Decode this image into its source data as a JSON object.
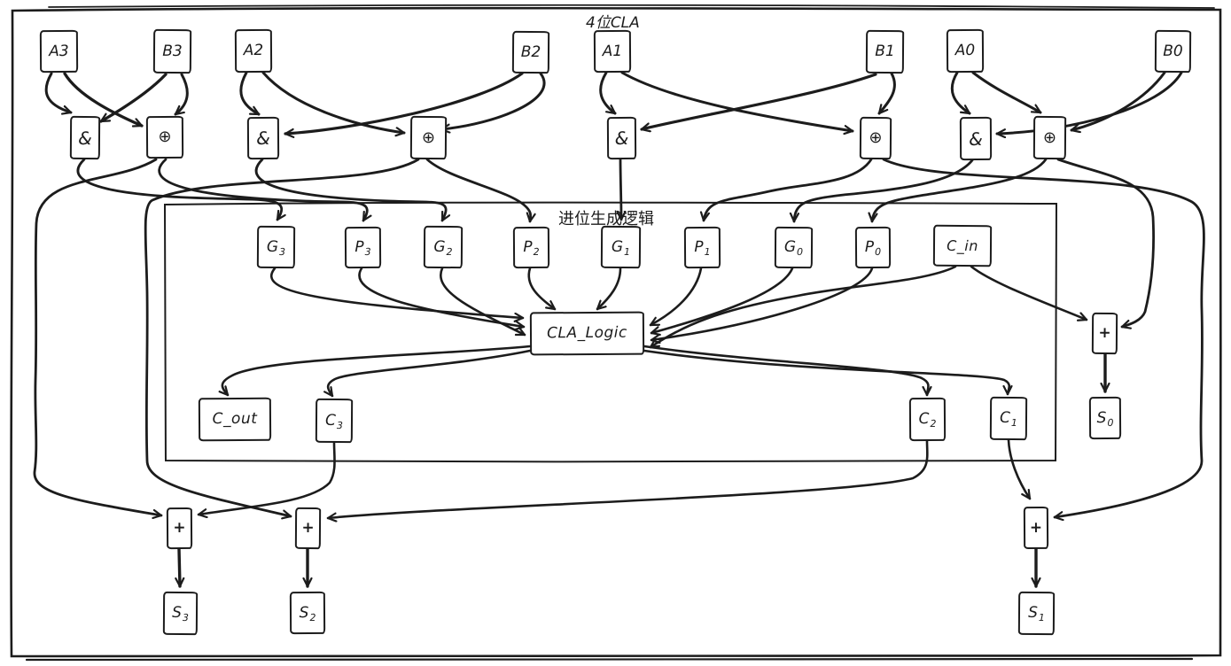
{
  "diagram": {
    "title": "4位CLA",
    "inner_group_label": "进位生成逻辑",
    "inputs": [
      {
        "label": "A3"
      },
      {
        "label": "B3"
      },
      {
        "label": "A2"
      },
      {
        "label": "B2"
      },
      {
        "label": "A1"
      },
      {
        "label": "B1"
      },
      {
        "label": "A0"
      },
      {
        "label": "B0"
      }
    ],
    "gates": [
      {
        "symbol": "&"
      },
      {
        "symbol": "⊕"
      },
      {
        "symbol": "&"
      },
      {
        "symbol": "⊕"
      },
      {
        "symbol": "&"
      },
      {
        "symbol": "⊕"
      },
      {
        "symbol": "&"
      },
      {
        "symbol": "⊕"
      }
    ],
    "generate_propagate": [
      {
        "main": "G",
        "sub": "3"
      },
      {
        "main": "P",
        "sub": "3"
      },
      {
        "main": "G",
        "sub": "2"
      },
      {
        "main": "P",
        "sub": "2"
      },
      {
        "main": "G",
        "sub": "1"
      },
      {
        "main": "P",
        "sub": "1"
      },
      {
        "main": "G",
        "sub": "0"
      },
      {
        "main": "P",
        "sub": "0"
      }
    ],
    "carry_in": {
      "label": "C_in"
    },
    "cla_logic": {
      "label": "CLA_Logic"
    },
    "carries": [
      {
        "label": "C_out"
      },
      {
        "main": "C",
        "sub": "3"
      },
      {
        "main": "C",
        "sub": "2"
      },
      {
        "main": "C",
        "sub": "1"
      }
    ],
    "adder": {
      "symbol": "+"
    },
    "sums": [
      {
        "main": "S",
        "sub": "3"
      },
      {
        "main": "S",
        "sub": "2"
      },
      {
        "main": "S",
        "sub": "1"
      },
      {
        "main": "S",
        "sub": "0"
      }
    ],
    "colors": {
      "ink": "#1c1c1c",
      "background": "#ffffff"
    },
    "edges": [
      "A3→AND3",
      "A3→XOR3",
      "B3→AND3",
      "B3→XOR3",
      "A2→AND2",
      "A2→XOR2",
      "B2→AND2",
      "B2→XOR2",
      "A1→AND1",
      "A1→XOR1",
      "B1→AND1",
      "B1→XOR1",
      "A0→AND0",
      "A0→XOR0",
      "B0→AND0",
      "B0→XOR0",
      "AND3→G3",
      "XOR3→P3",
      "XOR3→ADD_S3",
      "AND2→G2",
      "XOR2→P2",
      "XOR2→ADD_S2",
      "AND1→G1",
      "XOR1→P1",
      "XOR1→ADD_S1",
      "AND0→G0",
      "XOR0→P0",
      "XOR0→ADD_S0",
      "G3→CLA_Logic",
      "P3→CLA_Logic",
      "G2→CLA_Logic",
      "P2→CLA_Logic",
      "G1→CLA_Logic",
      "P1→CLA_Logic",
      "G0→CLA_Logic",
      "P0→CLA_Logic",
      "C_in→CLA_Logic",
      "C_in→ADD_S0",
      "CLA_Logic→C_out",
      "CLA_Logic→C3",
      "CLA_Logic→C2",
      "CLA_Logic→C1",
      "C3→ADD_S3",
      "C2→ADD_S2",
      "C1→ADD_S1",
      "ADD_S3→S3",
      "ADD_S2→S2",
      "ADD_S1→S1",
      "ADD_S0→S0"
    ]
  }
}
